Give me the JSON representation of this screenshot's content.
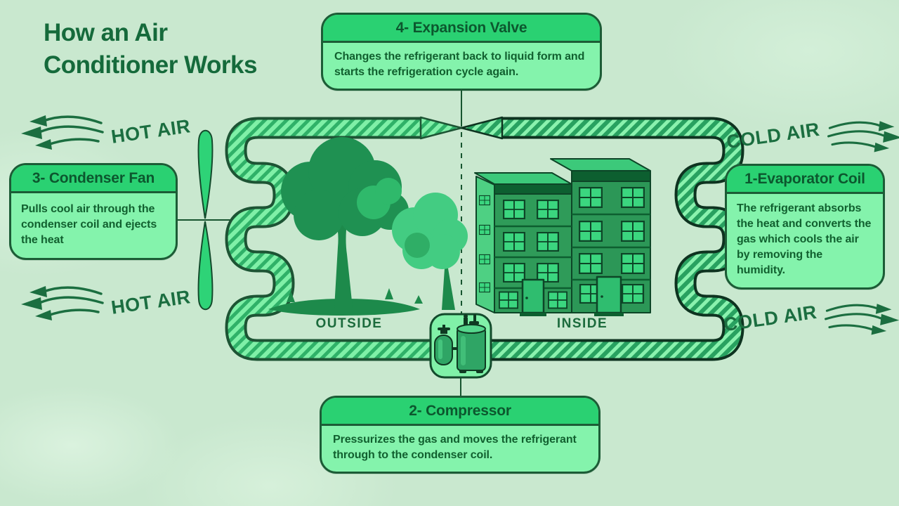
{
  "title": "How an Air Conditioner Works",
  "callouts": {
    "expansion_valve": {
      "title": "4- Expansion Valve",
      "desc": "Changes the refrigerant back to liquid form and starts the refrigeration cycle again."
    },
    "condenser_fan": {
      "title": "3- Condenser Fan",
      "desc": "Pulls cool air through the condenser coil and ejects the heat"
    },
    "evaporator_coil": {
      "title": "1-Evaporator Coil",
      "desc": "The refrigerant absorbs the heat and converts the gas which cools the air by removing the humidity."
    },
    "compressor": {
      "title": "2- Compressor",
      "desc": "Pressurizes the gas and moves the refrigerant through to the condenser coil."
    }
  },
  "labels": {
    "hot_air_top": "HOT AIR",
    "hot_air_bottom": "HOT AIR",
    "cold_air_top": "COLD AIR",
    "cold_air_bottom": "COLD AIR",
    "outside": "OUTSIDE",
    "inside": "INSIDE"
  },
  "colors": {
    "background": "#c9e8cf",
    "title_text": "#156a3b",
    "callout_border": "#1c5c36",
    "callout_header_bg": "#2ad172",
    "callout_body_bg": "#84f3ac",
    "callout_text": "#11602f",
    "pipe_light_fill": "#7ff0a7",
    "pipe_light_stripe": "#2fb168",
    "pipe_dark_fill": "#28a160",
    "pipe_dark_stripe": "#8af2ae",
    "air_label_text": "#1b6e40",
    "fan_blade": "#2ed377"
  }
}
